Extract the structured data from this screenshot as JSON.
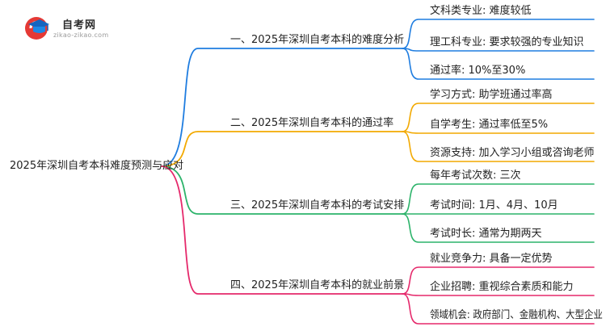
{
  "logo": {
    "title": "自考网",
    "subtitle": "zikao-zikao.com"
  },
  "root": {
    "label": "2025年深圳自考本科难度预测与应对"
  },
  "branches": [
    {
      "label": "一、2025年深圳自考本科的难度分析",
      "color": "#1f7de0",
      "children": [
        "文科类专业: 难度较低",
        "理工科专业: 要求较强的专业知识",
        "通过率: 10%至30%"
      ]
    },
    {
      "label": "二、2025年深圳自考本科的通过率",
      "color": "#f2a900",
      "children": [
        "学习方式: 助学班通过率高",
        "自学考生: 通过率低至5%",
        "资源支持: 加入学习小组或咨询老师"
      ]
    },
    {
      "label": "三、2025年深圳自考本科的考试安排",
      "color": "#2cb36a",
      "children": [
        "每年考试次数: 三次",
        "考试时间: 1月、4月、10月",
        "考试时长: 通常为期两天"
      ]
    },
    {
      "label": "四、2025年深圳自考本科的就业前景",
      "color": "#e5296b",
      "children": [
        "就业竞争力: 具备一定优势",
        "企业招聘: 重视综合素质和能力",
        "领域机会: 政府部门、金融机构、大型企业"
      ]
    }
  ]
}
